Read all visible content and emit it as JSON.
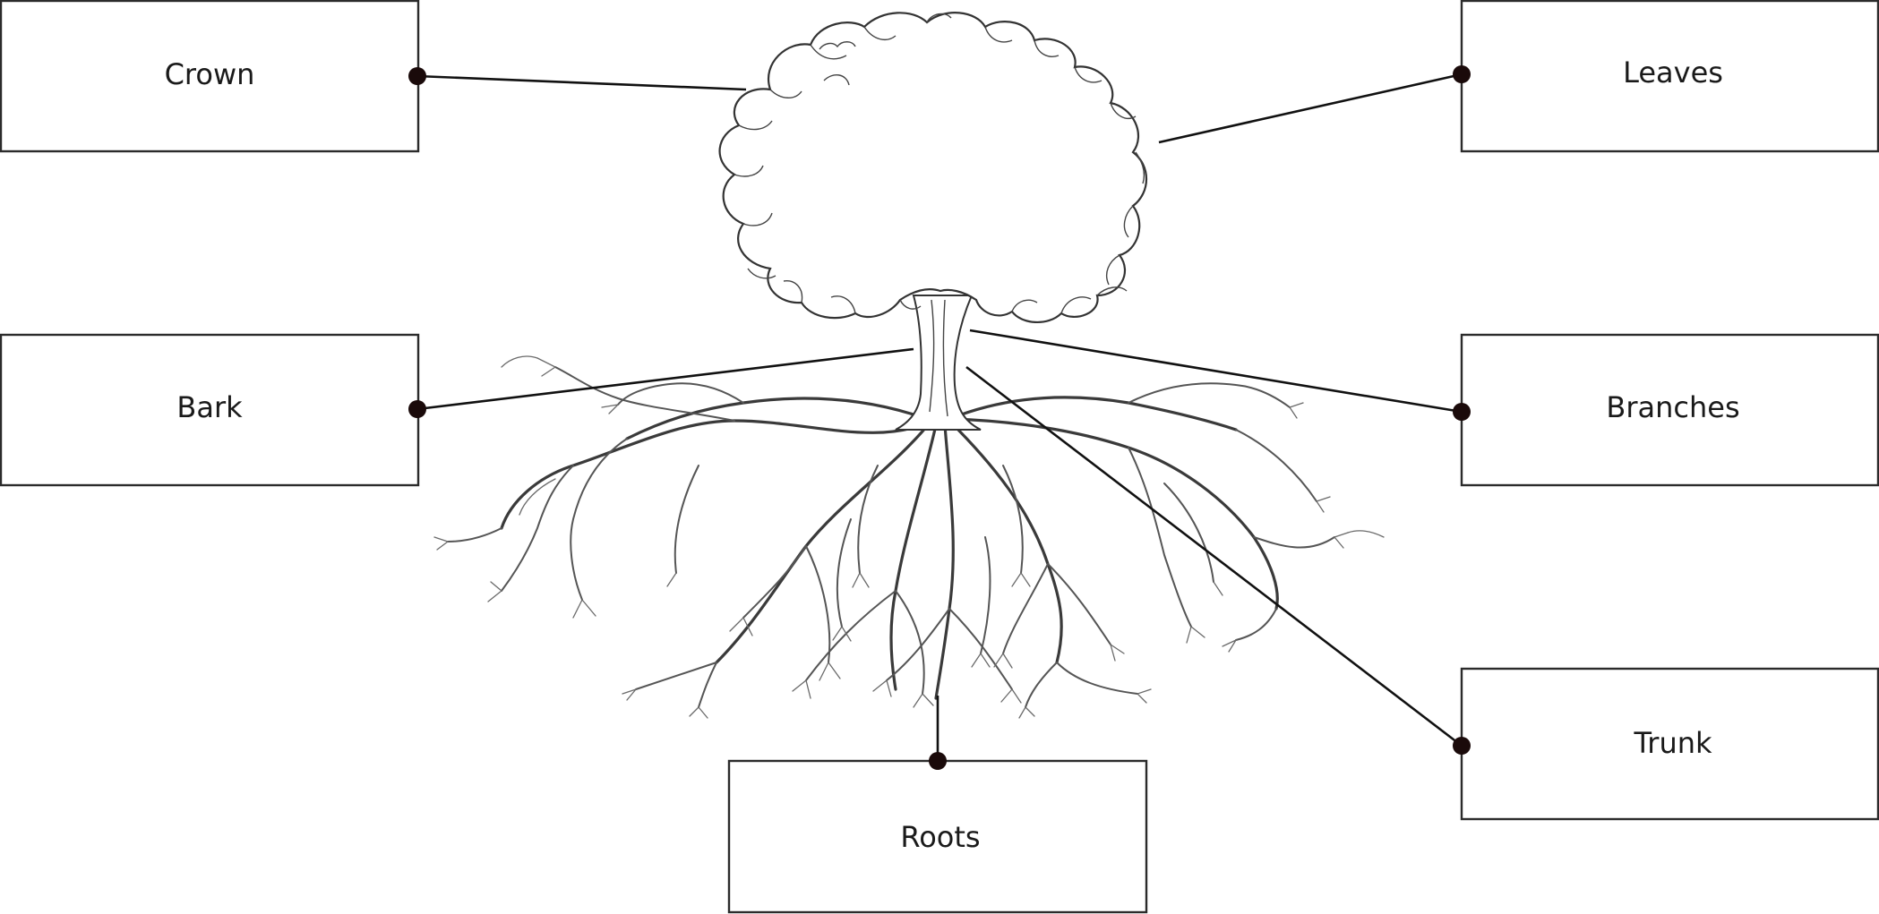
{
  "labels": {
    "crown": "Crown",
    "leaves": "Leaves",
    "bark": "Bark",
    "branches": "Branches",
    "trunk": "Trunk",
    "roots": "Roots"
  },
  "colors": {
    "box_stroke": "#2b2b2b",
    "leader_line": "#111111",
    "dot": "#1a0a0a",
    "drawing_stroke": "#333333"
  }
}
